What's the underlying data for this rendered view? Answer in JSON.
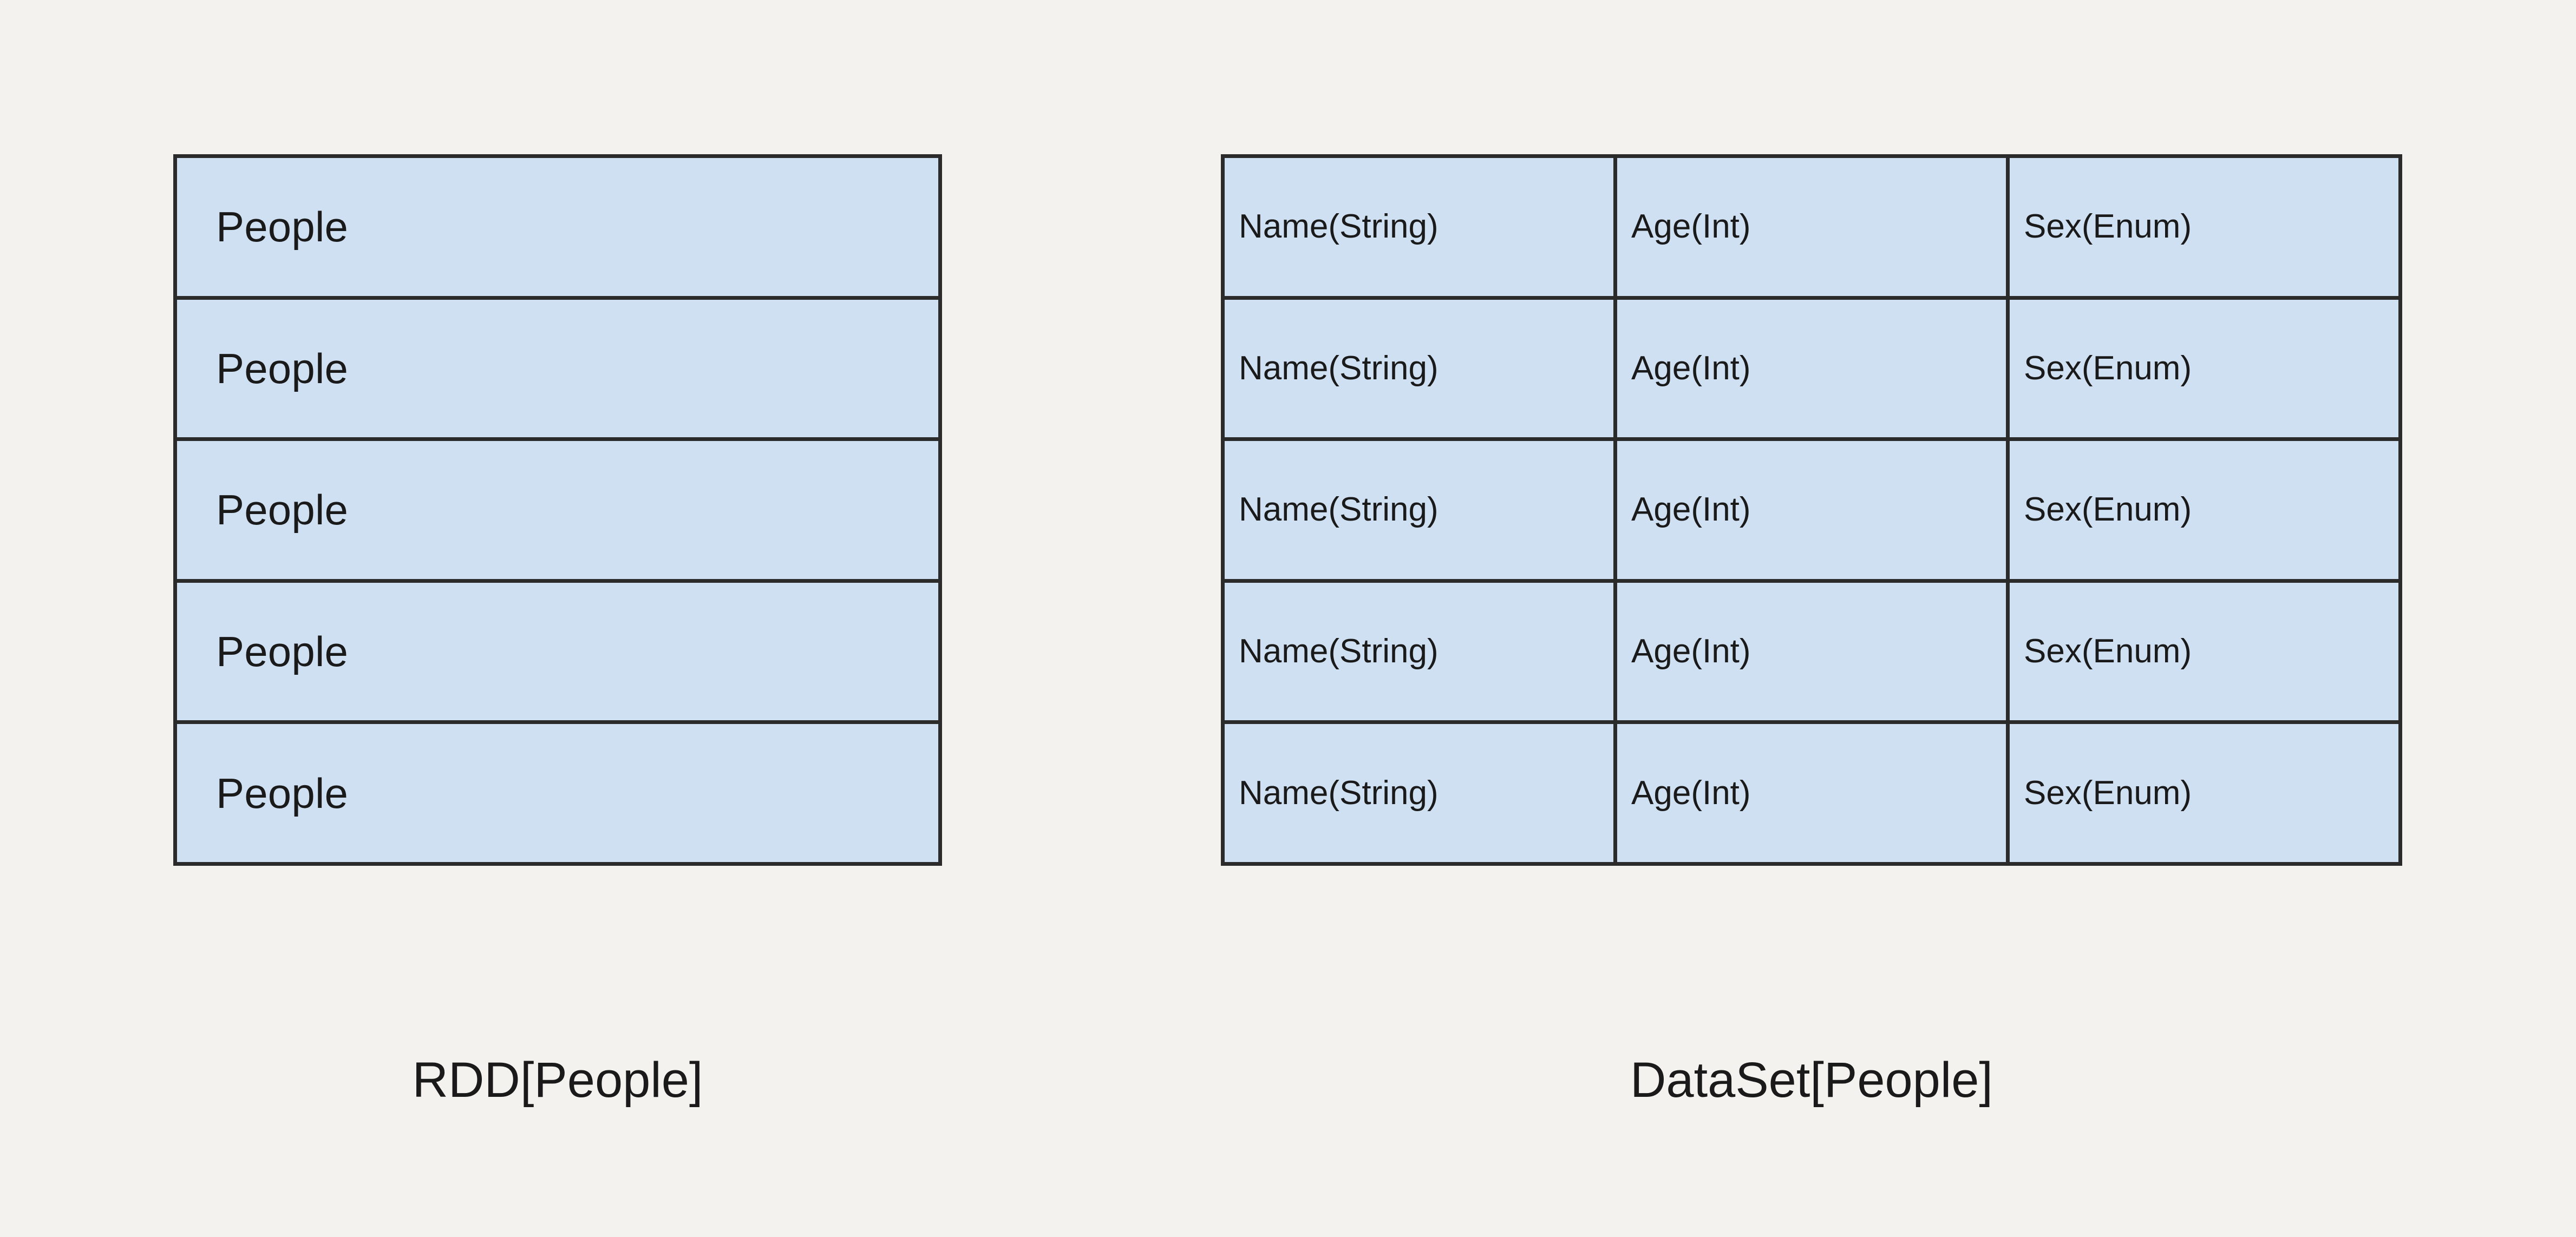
{
  "canvas": {
    "background_color": "#f4f2ee",
    "cell_fill_color": "#cfe0f2",
    "border_color": "#2b2b2b",
    "text_color": "#1a1a1a"
  },
  "left_block": {
    "caption": "RDD[People]",
    "rows": [
      {
        "label": "People"
      },
      {
        "label": "People"
      },
      {
        "label": "People"
      },
      {
        "label": "People"
      },
      {
        "label": "People"
      }
    ]
  },
  "right_table": {
    "caption": "DataSet[People]",
    "columns": [
      "Name(String)",
      "Age(Int)",
      "Sex(Enum)"
    ],
    "rows": [
      {
        "cells": [
          "Name(String)",
          "Age(Int)",
          "Sex(Enum)"
        ]
      },
      {
        "cells": [
          "Name(String)",
          "Age(Int)",
          "Sex(Enum)"
        ]
      },
      {
        "cells": [
          "Name(String)",
          "Age(Int)",
          "Sex(Enum)"
        ]
      },
      {
        "cells": [
          "Name(String)",
          "Age(Int)",
          "Sex(Enum)"
        ]
      },
      {
        "cells": [
          "Name(String)",
          "Age(Int)",
          "Sex(Enum)"
        ]
      }
    ]
  }
}
